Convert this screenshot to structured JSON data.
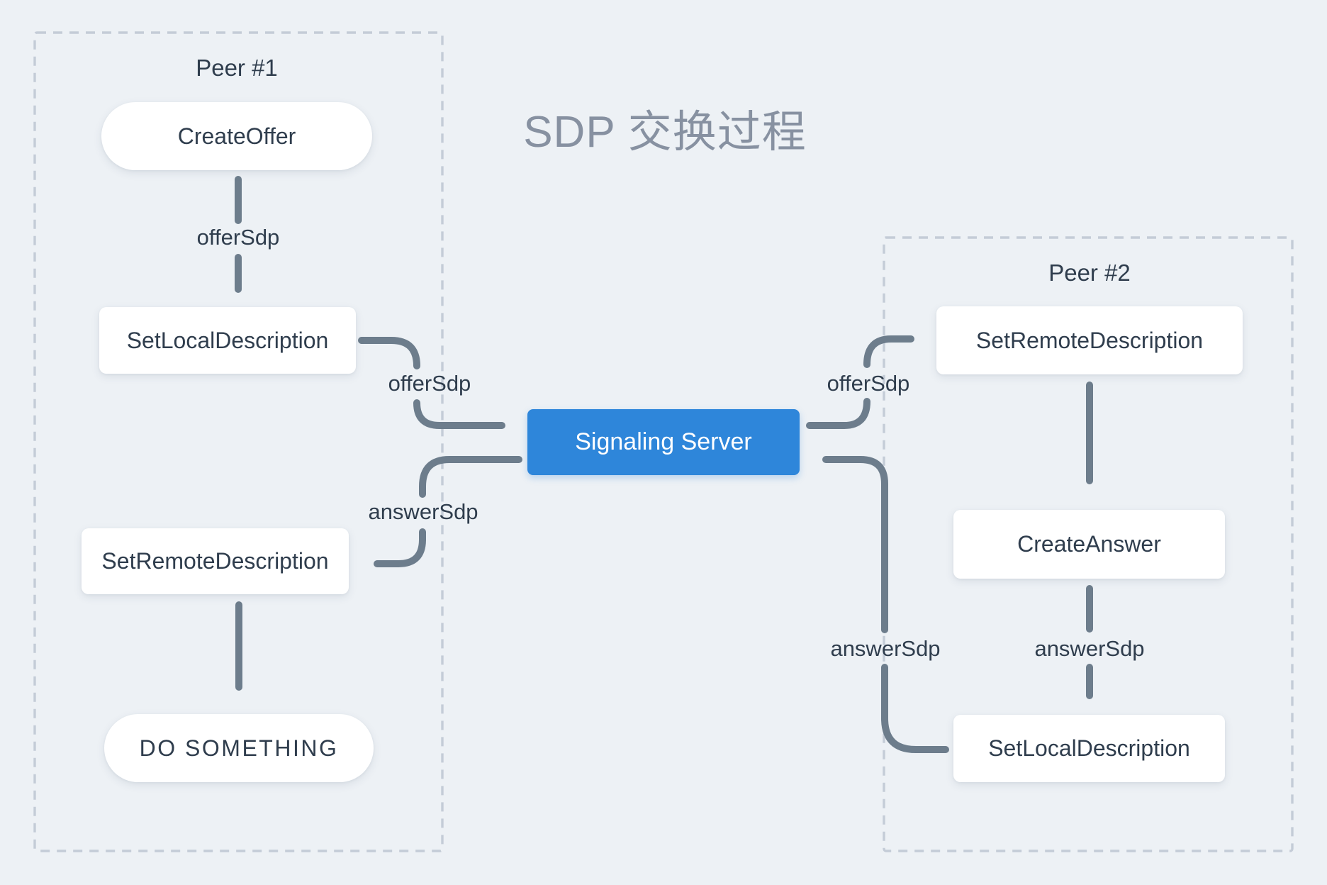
{
  "title": "SDP 交换过程",
  "peer1": {
    "label": "Peer #1",
    "create_offer": "CreateOffer",
    "set_local_description": "SetLocalDescription",
    "set_remote_description": "SetRemoteDescription",
    "do_something": "DO SOMETHING"
  },
  "server": {
    "label": "Signaling Server"
  },
  "peer2": {
    "label": "Peer #2",
    "set_remote_description": "SetRemoteDescription",
    "create_answer": "CreateAnswer",
    "set_local_description": "SetLocalDescription"
  },
  "edges": {
    "create_offer_to_set_local": "offerSdp",
    "set_local_to_server": "offerSdp",
    "server_to_set_remote_p2": "offerSdp",
    "create_answer_to_set_local": "answerSdp",
    "set_local_p2_to_server": "answerSdp",
    "server_to_set_remote_p1": "answerSdp"
  },
  "colors": {
    "background": "#edf1f5",
    "accent_blue": "#2e86da",
    "arrow_gray": "#6d7d8c",
    "node_text": "#2f3d4d",
    "title_gray": "#8791a1",
    "dashed_border": "#c4ccd7"
  }
}
